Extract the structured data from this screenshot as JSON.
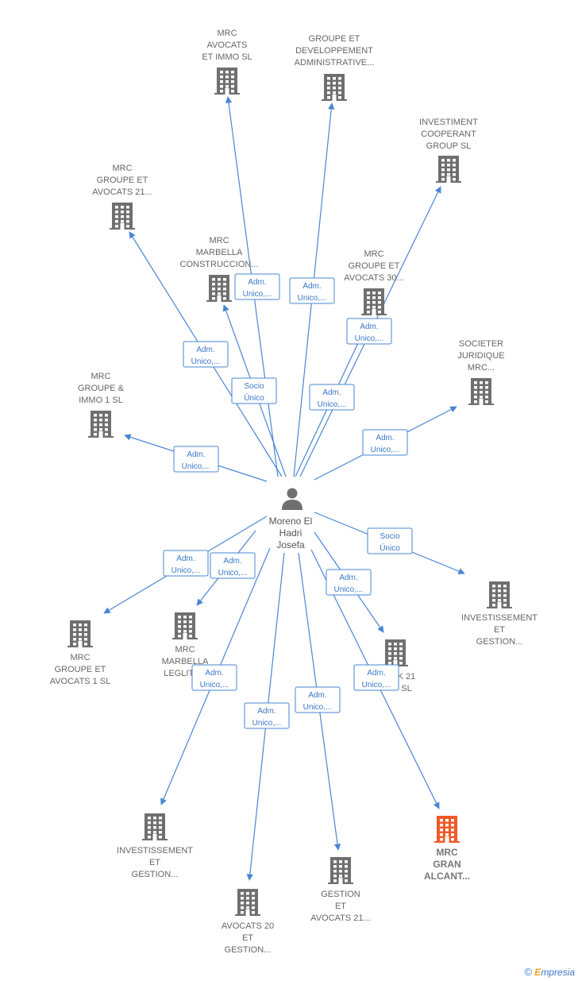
{
  "person": {
    "name_lines": [
      "Moreno El",
      "Hadri",
      "Josefa"
    ],
    "icon": "person-icon"
  },
  "colors": {
    "edge": "#4a86d3",
    "building": "#6f6f6f",
    "highlight": "#f05a28"
  },
  "companies": [
    {
      "id": "c1",
      "lines": [
        "MRC",
        "AVOCATS",
        "ET IMMO  SL"
      ]
    },
    {
      "id": "c2",
      "lines": [
        "GROUPE ET",
        "DEVELOPPEMENT",
        "ADMINISTRATIVE..."
      ]
    },
    {
      "id": "c3",
      "lines": [
        "INVESTIMENT",
        "COOPERANT",
        "GROUP  SL"
      ]
    },
    {
      "id": "c4",
      "lines": [
        "MRC",
        "GROUPE ET",
        "AVOCATS 21..."
      ]
    },
    {
      "id": "c5",
      "lines": [
        "MRC",
        "MARBELLA",
        "CONSTRUCCION..."
      ]
    },
    {
      "id": "c6",
      "lines": [
        "MRC",
        "GROUPE ET",
        "AVOCATS 30..."
      ]
    },
    {
      "id": "c7",
      "lines": [
        "SOCIETER",
        "JURIDIQUE",
        "MRC..."
      ]
    },
    {
      "id": "c8",
      "lines": [
        "MRC",
        "GROUPE &",
        "IMMO 1  SL"
      ]
    },
    {
      "id": "c9",
      "lines": [
        "INVESTISSEMENT",
        "ET",
        "GESTION..."
      ]
    },
    {
      "id": "c10",
      "lines": [
        "MRC",
        "GROUPE ET",
        "AVOCATS 1  SL"
      ]
    },
    {
      "id": "c11",
      "lines": [
        "MRC",
        "MARBELLA",
        "LEGLITA..."
      ]
    },
    {
      "id": "c12",
      "lines": [
        "K 21",
        "SL"
      ]
    },
    {
      "id": "c13",
      "lines": [
        "INVESTISSEMENT",
        "ET",
        "GESTION..."
      ]
    },
    {
      "id": "c14",
      "lines": [
        "AVOCATS 20",
        "ET",
        "GESTION..."
      ]
    },
    {
      "id": "c15",
      "lines": [
        "GESTION",
        "ET",
        "AVOCATS 21..."
      ]
    },
    {
      "id": "c16",
      "lines": [
        "MRC",
        "GRAN",
        "ALCANT..."
      ],
      "highlight": true
    }
  ],
  "relations": [
    {
      "to": "c1",
      "lines": [
        "Adm.",
        "Unico,..."
      ]
    },
    {
      "to": "c2",
      "lines": [
        "Adm.",
        "Unico,..."
      ]
    },
    {
      "to": "c3",
      "lines": [
        "Adm.",
        "Unico,..."
      ]
    },
    {
      "to": "c4",
      "lines": [
        "Adm.",
        "Unico,..."
      ]
    },
    {
      "to": "c5",
      "lines": [
        "Socio",
        "Único"
      ]
    },
    {
      "to": "c6",
      "lines": [
        "Adm.",
        "Unico,..."
      ]
    },
    {
      "to": "c7",
      "lines": [
        "Adm.",
        "Unico,..."
      ]
    },
    {
      "to": "c8",
      "lines": [
        "Adm.",
        "Unico,..."
      ]
    },
    {
      "to": "c9",
      "lines": [
        "Socio",
        "Único"
      ]
    },
    {
      "to": "c10",
      "lines": [
        "Adm.",
        "Unico,..."
      ]
    },
    {
      "to": "c11",
      "lines": [
        "Adm.",
        "Unico,..."
      ]
    },
    {
      "to": "c12",
      "lines": [
        "Adm.",
        "Unico,..."
      ]
    },
    {
      "to": "c13",
      "lines": [
        "Adm.",
        "Unico,..."
      ]
    },
    {
      "to": "c14",
      "lines": [
        "Adm.",
        "Unico,..."
      ]
    },
    {
      "to": "c15",
      "lines": [
        "Adm.",
        "Unico,..."
      ]
    },
    {
      "to": "c16",
      "lines": [
        "Adm.",
        "Unico,..."
      ]
    }
  ],
  "brand": {
    "copyright": "©",
    "initial": "E",
    "rest": "mpresia"
  }
}
